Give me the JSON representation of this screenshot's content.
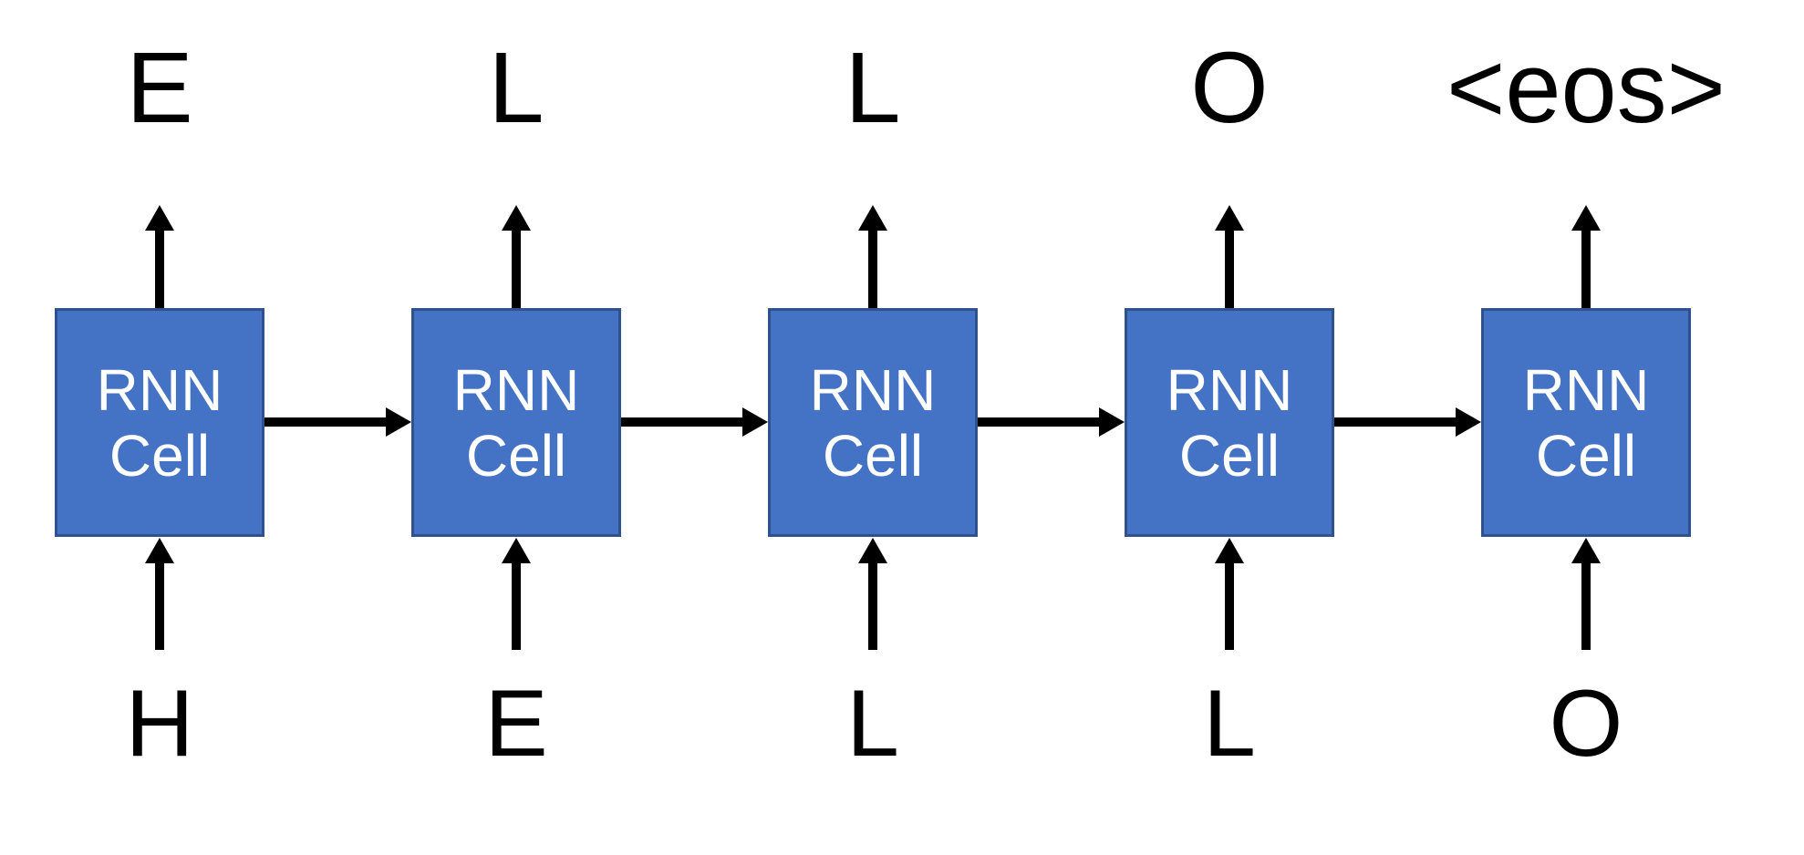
{
  "diagram": {
    "name": "unrolled-rnn-character-sequence",
    "cell": {
      "line1": "RNN",
      "line2": "Cell"
    },
    "columns": [
      {
        "input": "H",
        "output": "E"
      },
      {
        "input": "E",
        "output": "L"
      },
      {
        "input": "L",
        "output": "L"
      },
      {
        "input": "L",
        "output": "O"
      },
      {
        "input": "O",
        "output": "<eos>"
      }
    ],
    "colors": {
      "cell_fill": "#4472C4",
      "cell_border": "#2F528F",
      "cell_text": "#FFFFFF",
      "label_text": "#000000",
      "arrow": "#000000",
      "background": "#FFFFFF"
    }
  }
}
